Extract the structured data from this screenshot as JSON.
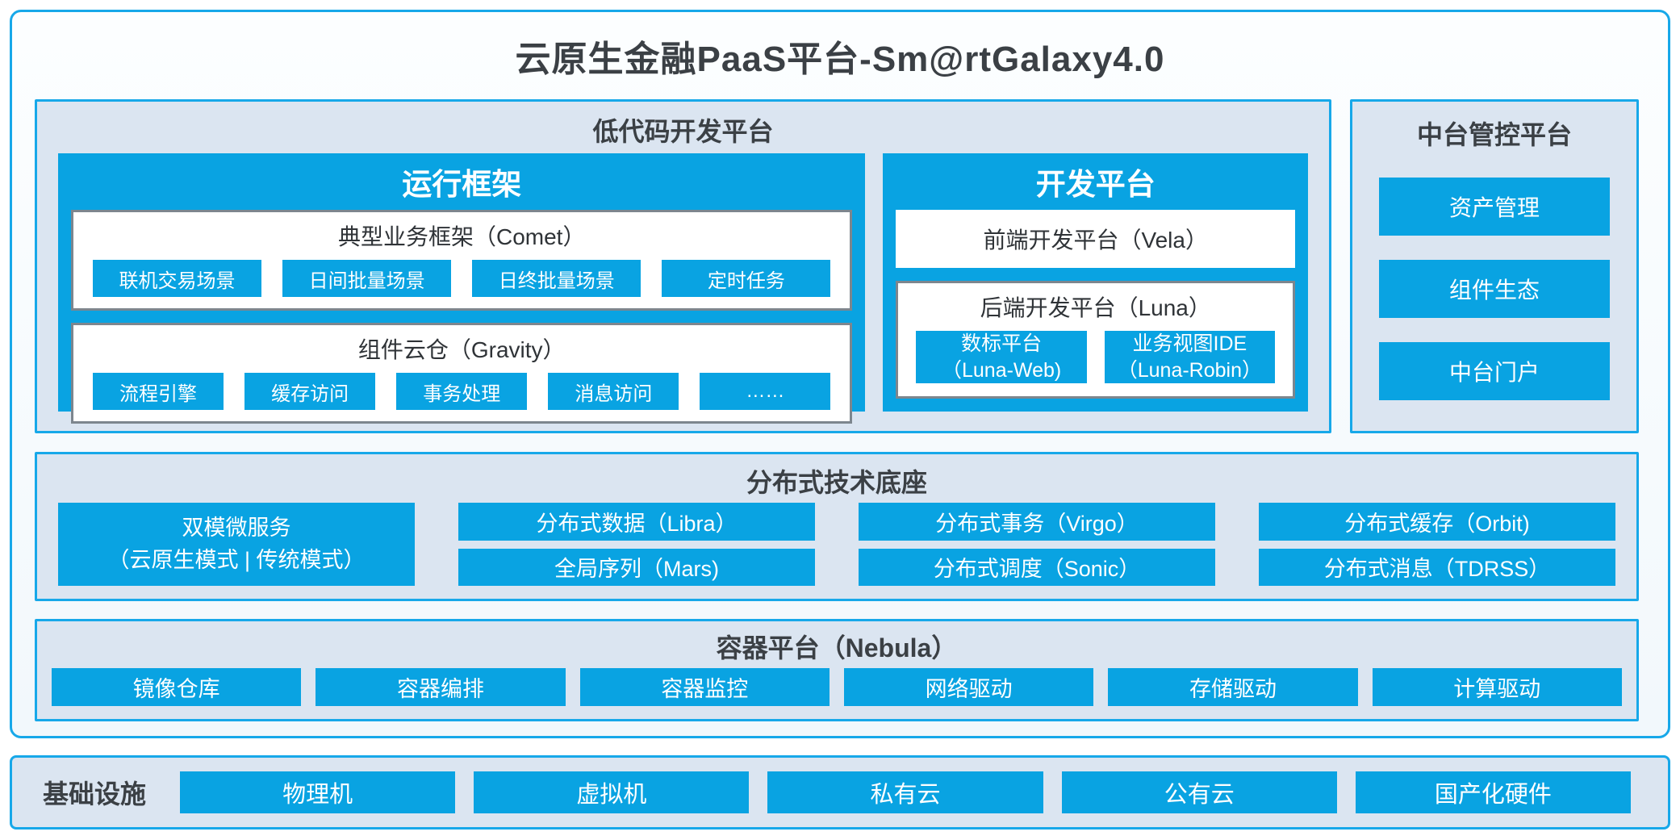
{
  "title": "云原生金融PaaS平台-Sm@rtGalaxy4.0",
  "low_code": {
    "title": "低代码开发平台",
    "runtime": {
      "title": "运行框架",
      "comet": {
        "title": "典型业务框架（Comet）",
        "items": [
          "联机交易场景",
          "日间批量场景",
          "日终批量场景",
          "定时任务"
        ]
      },
      "gravity": {
        "title": "组件云仓（Gravity）",
        "items": [
          "流程引擎",
          "缓存访问",
          "事务处理",
          "消息访问",
          "……"
        ]
      }
    },
    "dev": {
      "title": "开发平台",
      "vela": {
        "title": "前端开发平台（Vela）"
      },
      "luna": {
        "title": "后端开发平台（Luna）",
        "items": [
          {
            "line1": "数标平台",
            "line2": "（Luna-Web)"
          },
          {
            "line1": "业务视图IDE",
            "line2": "（Luna-Robin）"
          }
        ]
      }
    }
  },
  "mid_platform": {
    "title": "中台管控平台",
    "items": [
      "资产管理",
      "组件生态",
      "中台门户"
    ]
  },
  "distributed": {
    "title": "分布式技术底座",
    "dual_mode": {
      "line1": "双模微服务",
      "line2": "（云原生模式 | 传统模式）"
    },
    "row1": [
      "分布式数据（Libra）",
      "分布式事务（Virgo）",
      "分布式缓存（Orbit)"
    ],
    "row2": [
      "全局序列（Mars)",
      "分布式调度（Sonic）",
      "分布式消息（TDRSS）"
    ]
  },
  "container_platform": {
    "title": "容器平台（Nebula）",
    "items": [
      "镜像仓库",
      "容器编排",
      "容器监控",
      "网络驱动",
      "存储驱动",
      "计算驱动"
    ]
  },
  "infrastructure": {
    "title": "基础设施",
    "items": [
      "物理机",
      "虚拟机",
      "私有云",
      "公有云",
      "国产化硬件"
    ]
  },
  "colors": {
    "accent": "#09a3e2",
    "border_blue": "#17a8e9",
    "panel_bg": "#dbe5f1",
    "gray_border": "#7d868e",
    "text_dark": "#3b4045"
  }
}
